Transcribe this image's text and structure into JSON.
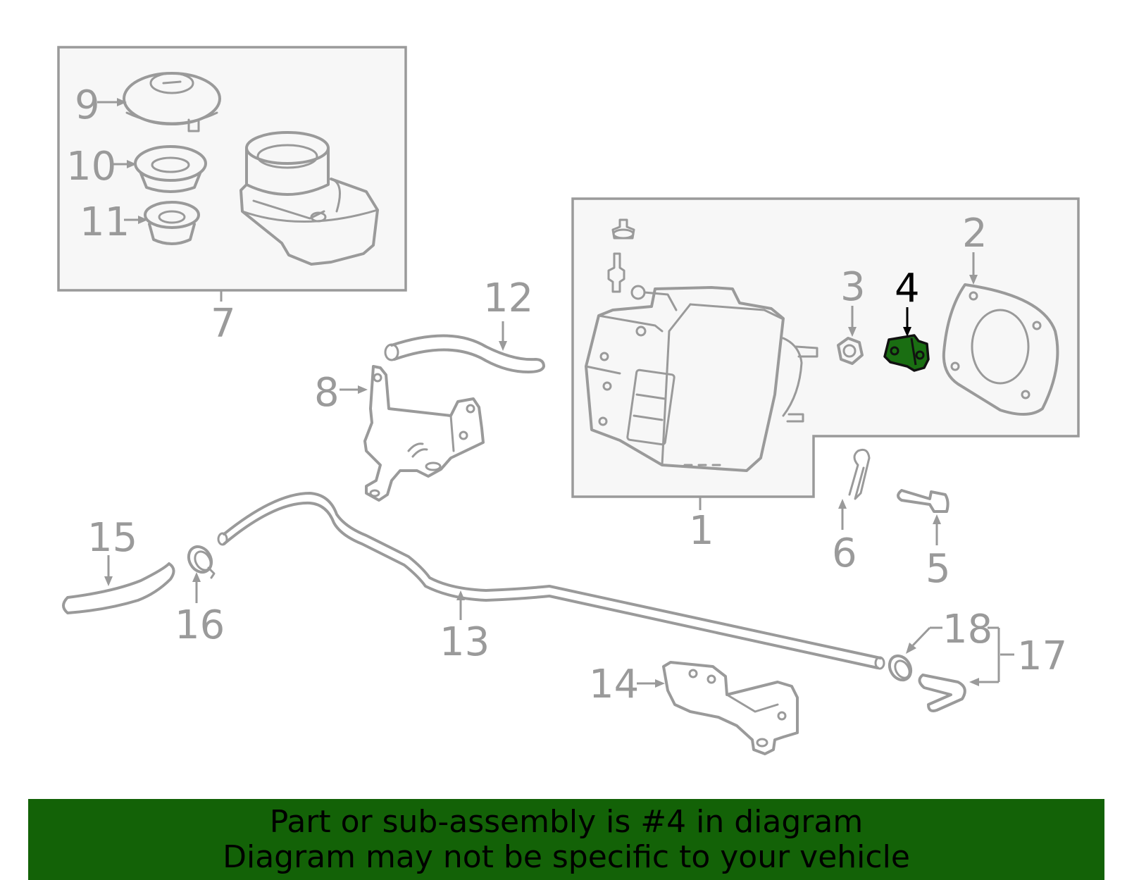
{
  "callouts": {
    "c1": "1",
    "c2": "2",
    "c3": "3",
    "c4": "4",
    "c5": "5",
    "c6": "6",
    "c7": "7",
    "c8": "8",
    "c9": "9",
    "c10": "10",
    "c11": "11",
    "c12": "12",
    "c13": "13",
    "c14": "14",
    "c15": "15",
    "c16": "16",
    "c17": "17",
    "c18": "18"
  },
  "highlighted_part": "4",
  "colors": {
    "line": "#9a9a9a",
    "highlight_fill": "#1a6e12",
    "banner_bg": "#136207",
    "panel_bg": "#f7f7f7"
  },
  "banner": {
    "line1": "Part or sub-assembly is #4 in diagram",
    "line2": "Diagram may not be specific to your vehicle"
  }
}
